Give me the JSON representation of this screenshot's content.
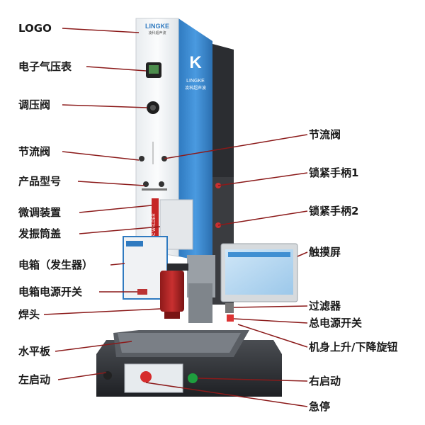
{
  "machine": {
    "brand": "LINGKE",
    "brand_cn": "凌科超声波",
    "column_letter": "K",
    "column_brand": "LINGKE",
    "column_brand_cn": "凌科超声波",
    "vertical_text": "ULTRASONIC WELDER"
  },
  "labels_left": [
    {
      "id": "logo",
      "text": "LOGO"
    },
    {
      "id": "gauge",
      "text": "电子气压表"
    },
    {
      "id": "pressure-valve",
      "text": "调压阀"
    },
    {
      "id": "throttle-left",
      "text": "节流阀"
    },
    {
      "id": "model",
      "text": "产品型号"
    },
    {
      "id": "fine-adjust",
      "text": "微调装置"
    },
    {
      "id": "cover",
      "text": "发振筒盖"
    },
    {
      "id": "generator",
      "text": "电箱（发生器）"
    },
    {
      "id": "gen-switch",
      "text": "电箱电源开关"
    },
    {
      "id": "horn",
      "text": "焊头"
    },
    {
      "id": "plate",
      "text": "水平板"
    },
    {
      "id": "left-start",
      "text": "左启动"
    }
  ],
  "labels_right": [
    {
      "id": "throttle-right",
      "text": "节流阀"
    },
    {
      "id": "lock1",
      "text": "锁紧手柄1"
    },
    {
      "id": "lock2",
      "text": "锁紧手柄2"
    },
    {
      "id": "touch",
      "text": "触摸屏"
    },
    {
      "id": "filter",
      "text": "过滤器"
    },
    {
      "id": "main-switch",
      "text": "总电源开关"
    },
    {
      "id": "lift-knob",
      "text": "机身上升/下降旋钮"
    },
    {
      "id": "right-start",
      "text": "右启动"
    },
    {
      "id": "estop",
      "text": "急停"
    }
  ],
  "colors": {
    "accent_blue": "#3f8fd2",
    "leader_line": "#8b1a1a",
    "panel_white": "#f4f6f8",
    "base_dark": "#2a2c30"
  }
}
